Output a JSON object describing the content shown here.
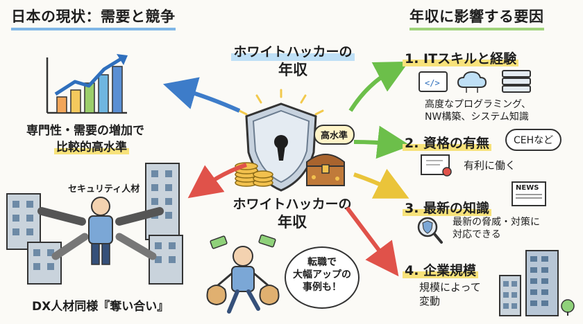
{
  "left_section": {
    "title": "日本の現状：需要と競争",
    "note_line1": "専門性・需要の増加で",
    "note_line2": "比較的高水準",
    "security_label": "セキュリティ人材",
    "dx_caption": "DX人材同様『奪い合い』"
  },
  "center": {
    "title_top_line1": "ホワイトハッカーの",
    "title_top_line2": "年収",
    "badge": "高水準",
    "title_bottom_line1": "ホワイトハッカーの",
    "title_bottom_line2": "年収",
    "speech_line1": "転職で",
    "speech_line2": "大幅アップの",
    "speech_line3": "事例も！"
  },
  "right_section": {
    "title": "年収に影響する要因",
    "factor1": {
      "title": "1. ITスキルと経験",
      "desc_line1": "高度なプログラミング、",
      "desc_line2": "NW構築、システム知識"
    },
    "factor2": {
      "title": "2. 資格の有無",
      "bubble": "CEHなど",
      "desc": "有利に働く"
    },
    "factor3": {
      "title": "3. 最新の知識",
      "news": "NEWS",
      "desc_line1": "最新の脅威・対策に",
      "desc_line2": "対応できる"
    },
    "factor4": {
      "title": "4. 企業規模",
      "desc_line1": "規模によって",
      "desc_line2": "変動"
    }
  }
}
